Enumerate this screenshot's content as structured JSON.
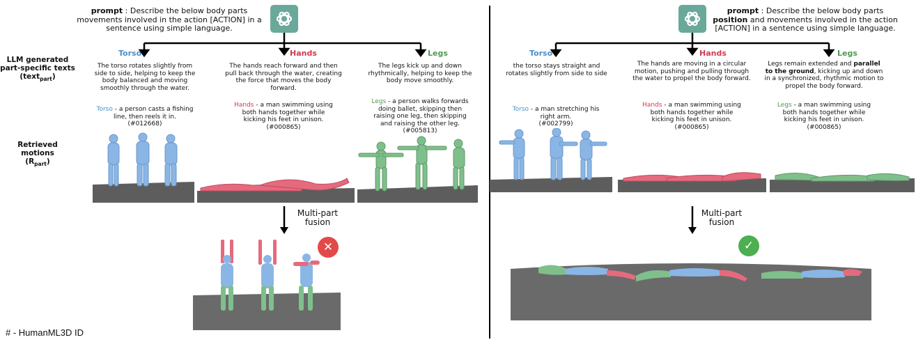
{
  "colors": {
    "torso": "#4a90c8",
    "hands": "#d2394f",
    "legs": "#4e9a52",
    "gpt": "#6aa99a",
    "fail": "#e24a4a",
    "ok": "#4caf50"
  },
  "icons": {
    "llm": "openai-logo-icon",
    "fail": "cross-icon",
    "ok": "check-icon"
  },
  "labels": {
    "llm_line1": "LLM generated",
    "llm_line2": "part-specific texts",
    "llm_line3": "(text",
    "llm_sub": "part",
    "llm_close": ")",
    "ret_line1": "Retrieved",
    "ret_line2": "motions",
    "ret_line3": "(R",
    "ret_sub": "part",
    "ret_close": ")"
  },
  "footnote": "# - HumanML3D ID",
  "left": {
    "prompt_bold": "prompt",
    "prompt_text": " : Describe the below body parts movements involved in the action [ACTION] in a sentence using simple language.",
    "parts": [
      {
        "name": "Torso",
        "text": "The torso rotates slightly from side to side, helping to keep the body balanced and moving smoothly through the water.",
        "ret_key": "Torso",
        "ret_text": " - a person casts a fishing line, then reels it in.",
        "ret_id": "(#012668)"
      },
      {
        "name": "Hands",
        "text": "The hands reach forward and then pull back through the water, creating the force that moves the body forward.",
        "ret_key": "Hands",
        "ret_text": " - a man swimming using both hands together while kicking his feet in unison.",
        "ret_id": "(#000865)"
      },
      {
        "name": "Legs",
        "text": "The legs kick up and down rhythmically, helping to keep the body move smoothly.",
        "ret_key": "Legs",
        "ret_text": " - a person walks forwards doing ballet, skipping then raising one leg, then skipping and raising the other leg.",
        "ret_id": "(#005813)"
      }
    ],
    "fusion_1": "Multi-part",
    "fusion_2": "fusion"
  },
  "right": {
    "prompt_bold": "prompt",
    "prompt_mid": " : Describe the below body parts ",
    "prompt_bold2": "position",
    "prompt_text": " and movements involved in the action [ACTION] in a sentence using simple language.",
    "parts": [
      {
        "name": "Torso",
        "text": "the torso stays straight and rotates slightly from side to side",
        "ret_key": "Torso",
        "ret_text": " - a man stretching his right arm.",
        "ret_id": "(#002799)"
      },
      {
        "name": "Hands",
        "text": "The hands are moving in a circular motion, pushing and pulling through the water to propel the body forward.",
        "ret_key": "Hands",
        "ret_text": " - a man swimming using both hands together while kicking his feet in unison.",
        "ret_id": "(#000865)"
      },
      {
        "name": "Legs",
        "text_a": "Legs remain extended and ",
        "text_bold": "parallel to the ground",
        "text_b": ", kicking up and down in a synchronized, rhythmic motion to propel the body forward.",
        "ret_key": "Legs",
        "ret_text": " - a man swimming using both hands together while kicking his feet in unison.",
        "ret_id": "(#000865)"
      }
    ],
    "fusion_1": "Multi-part",
    "fusion_2": "fusion"
  }
}
